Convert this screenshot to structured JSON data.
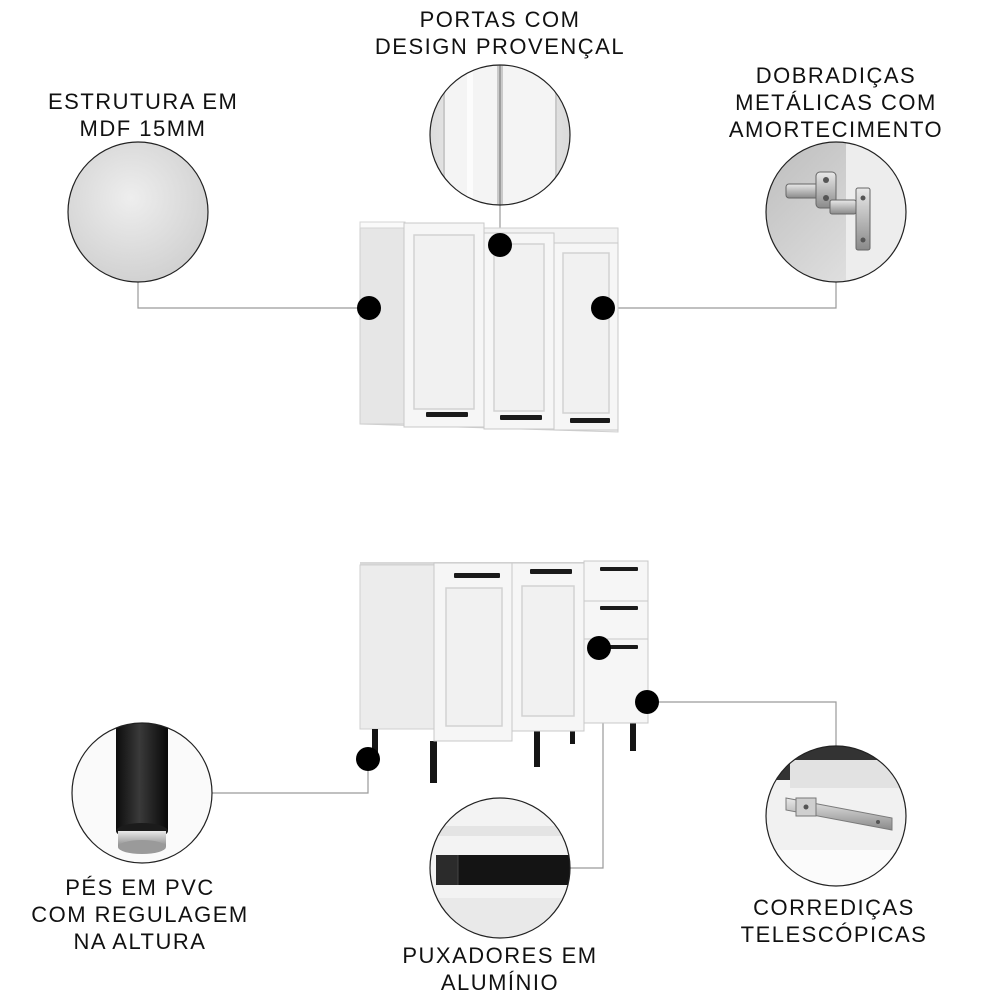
{
  "features": {
    "structure": {
      "lines": [
        "ESTRUTURA EM",
        "MDF 15MM"
      ]
    },
    "doors": {
      "lines": [
        "PORTAS COM",
        "DESIGN PROVENÇAL"
      ]
    },
    "hinges": {
      "lines": [
        "DOBRADIÇAS",
        "METÁLICAS COM",
        "AMORTECIMENTO"
      ]
    },
    "feet": {
      "lines": [
        "PÉS EM PVC",
        "COM REGULAGEM",
        "NA ALTURA"
      ]
    },
    "handles": {
      "lines": [
        "PUXADORES EM",
        "ALUMÍNIO"
      ]
    },
    "slides": {
      "lines": [
        "CORREDIÇAS",
        "TELESCÓPICAS"
      ]
    }
  },
  "colors": {
    "cabinet": "#f4f4f4",
    "cabinet_shade": "#e2e2e2",
    "handle": "#1a1a1a",
    "marker": "#000000",
    "leader_line": "#9a9a9a",
    "text": "#111111"
  },
  "icons": {
    "marker": "marker-dot-icon",
    "hinge": "hinge-icon",
    "leg": "adjustable-leg-icon",
    "handle": "aluminum-handle-icon",
    "slide": "telescopic-slide-icon"
  }
}
